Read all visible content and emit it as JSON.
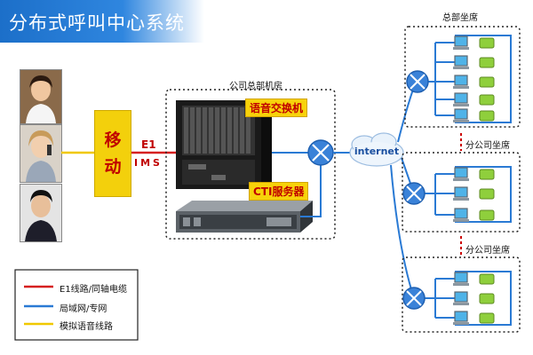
{
  "title": "分布式呼叫中心系统",
  "labels": {
    "mobile": [
      "移",
      "动"
    ],
    "e1": "E1",
    "ims": "IMS",
    "hq_room": "公司总部机房",
    "voice_switch": "语音交换机",
    "cti_server": "CTI服务器",
    "internet": "internet",
    "hq_seats": "总部坐席",
    "branch_seats_1": "分公司坐席",
    "branch_seats_2": "分公司坐席"
  },
  "legend": [
    {
      "label": "E1线路/同轴电缆",
      "color": "#d62020"
    },
    {
      "label": "局域网/专网",
      "color": "#2a7ad4"
    },
    {
      "label": "模拟语音线路",
      "color": "#f0c800"
    }
  ],
  "icons": [
    "person-avatar-icon",
    "network-switch-icon",
    "cloud-icon",
    "computer-icon",
    "phone-icon"
  ]
}
